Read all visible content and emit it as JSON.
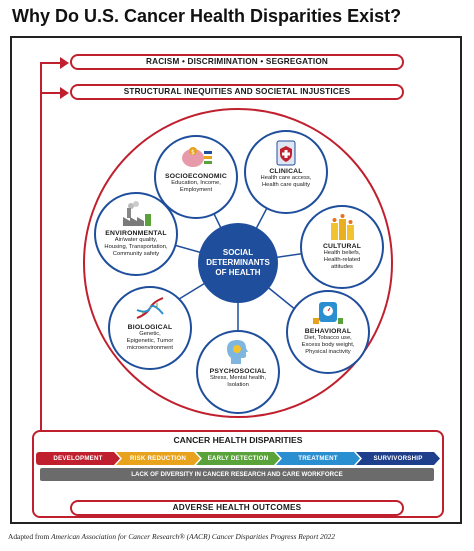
{
  "title": "Why Do U.S. Cancer Health Disparities Exist?",
  "top_bars": [
    "RACISM • DISCRIMINATION • SEGREGATION",
    "STRUCTURAL INEQUITIES AND SOCIETAL INJUSTICES"
  ],
  "center": {
    "line1": "SOCIAL",
    "line2": "DETERMINANTS",
    "line3": "OF HEALTH"
  },
  "satellites": [
    {
      "key": "socioeconomic",
      "heading": "SOCIOECONOMIC",
      "lines": [
        "Education, Income,",
        "Employment"
      ],
      "icon": "piggy-bank-icon"
    },
    {
      "key": "clinical",
      "heading": "CLINICAL",
      "lines": [
        "Health care access,",
        "Health care quality"
      ],
      "icon": "medical-clipboard-icon"
    },
    {
      "key": "cultural",
      "heading": "CULTURAL",
      "lines": [
        "Health beliefs,",
        "Health-related",
        "attitudes"
      ],
      "icon": "candles-icon"
    },
    {
      "key": "behavioral",
      "heading": "BEHAVIORAL",
      "lines": [
        "Diet, Tobacco use,",
        "Excess body weight,",
        "Physical inactivity"
      ],
      "icon": "scale-icon"
    },
    {
      "key": "psychosocial",
      "heading": "PSYCHOSOCIAL",
      "lines": [
        "Stress, Mental health,",
        "Isolation"
      ],
      "icon": "head-icon"
    },
    {
      "key": "biological",
      "heading": "BIOLOGICAL",
      "lines": [
        "Genetic,",
        "Epigenetic, Tumor",
        "microenvironment"
      ],
      "icon": "dna-icon"
    },
    {
      "key": "environmental",
      "heading": "ENVIRONMENTAL",
      "lines": [
        "Air/water quality,",
        "Housing, Transportation,",
        "Community safety"
      ],
      "icon": "factory-icon"
    }
  ],
  "disparities": {
    "title": "CANCER HEALTH DISPARITIES",
    "steps": [
      {
        "label": "DEVELOPMENT",
        "color": "#c0202e"
      },
      {
        "label": "RISK REDUCTION",
        "color": "#e8a21c"
      },
      {
        "label": "EARLY DETECTION",
        "color": "#5aa33a"
      },
      {
        "label": "TREATMENT",
        "color": "#2a8fd0"
      },
      {
        "label": "SURVIVORSHIP",
        "color": "#1f3f8c"
      }
    ],
    "workforce": "LACK OF DIVERSITY IN CANCER RESEARCH AND CARE WORKFORCE"
  },
  "outcome": "ADVERSE HEALTH OUTCOMES",
  "footer": {
    "prefix": "Adapted from ",
    "source": "American Association for Cancer Research® (AACR) Cancer Disparities Progress Report 2022"
  },
  "colors": {
    "accent_red": "#c0202e",
    "navy": "#1f4e9c"
  }
}
